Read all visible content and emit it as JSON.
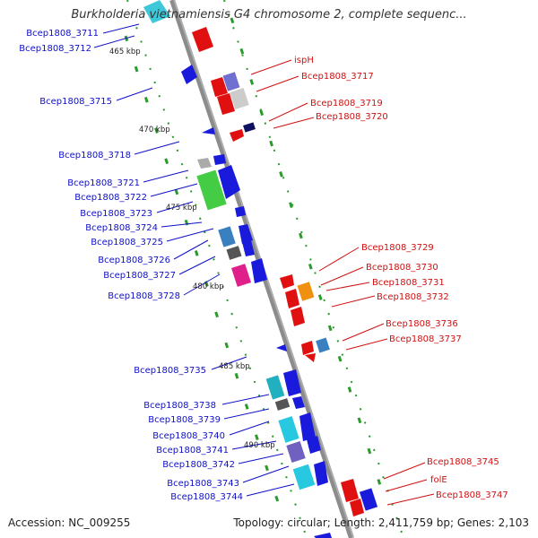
{
  "title": "Burkholderia vietnamiensis G4 chromosome 2, complete sequenc...",
  "accession": "Accession: NC_009255",
  "topology": "Topology: circular; Length: 2,411,759 bp; Genes: 2,103",
  "colors": {
    "backbone": "#8c8c8c",
    "grid": "#2a9a2a",
    "left_label": "#1010c8",
    "right_label": "#d01010"
  },
  "ruler_labels": [
    "465 kbp",
    "470 kbp",
    "475 kbp",
    "480 kbp",
    "485 kbp",
    "490 kbp"
  ],
  "left_genes": [
    "Bcep1808_3711",
    "Bcep1808_3712",
    "Bcep1808_3715",
    "Bcep1808_3718",
    "Bcep1808_3721",
    "Bcep1808_3722",
    "Bcep1808_3723",
    "Bcep1808_3724",
    "Bcep1808_3725",
    "Bcep1808_3726",
    "Bcep1808_3727",
    "Bcep1808_3728",
    "Bcep1808_3735",
    "Bcep1808_3738",
    "Bcep1808_3739",
    "Bcep1808_3740",
    "Bcep1808_3741",
    "Bcep1808_3742",
    "Bcep1808_3743",
    "Bcep1808_3744"
  ],
  "right_genes": [
    "ispH",
    "Bcep1808_3717",
    "Bcep1808_3719",
    "Bcep1808_3720",
    "Bcep1808_3729",
    "Bcep1808_3730",
    "Bcep1808_3731",
    "Bcep1808_3732",
    "Bcep1808_3736",
    "Bcep1808_3737",
    "Bcep1808_3745",
    "folE",
    "Bcep1808_3747"
  ]
}
